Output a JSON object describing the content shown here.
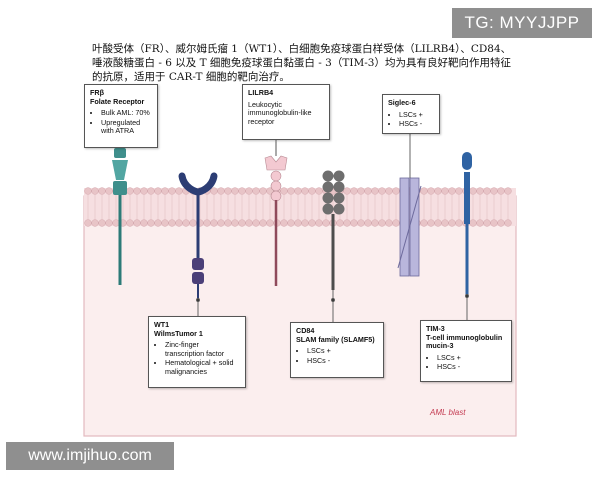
{
  "watermark_top": "TG: MYYJJPP",
  "watermark_bottom": "www.imjihuo.com",
  "caption": "叶酸受体（FR）、威尔姆氏瘤 1（WT1）、白细胞免疫球蛋白样受体（LILRB4）、CD84、唾液酸糖蛋白 - 6 以及 T 细胞免疫球蛋白黏蛋白 - 3（TIM-3）均为具有良好靶向作用特征的抗原，适用于 CAR-T 细胞的靶向治疗。",
  "cell_label": "AML blast",
  "colors": {
    "membrane": "#e8c4c7",
    "cytoplasm": "#fbeeee",
    "teal": "#3f8f8c",
    "navy": "#2c3d74",
    "purple": "#4b3f78",
    "pink": "#f3c9d1",
    "gray": "#6e6e6e",
    "lavender": "#b9b6dc",
    "blue": "#2f63a3"
  },
  "boxes": {
    "fr": {
      "title1": "FRβ",
      "title2": "Folate Receptor",
      "items": [
        "Bulk AML: 70%",
        "Upregulated with ATRA"
      ]
    },
    "lilrb4": {
      "title": "LILRB4",
      "text": "Leukocytic immunoglobulin-like receptor"
    },
    "siglec": {
      "title": "Siglec-6",
      "items": [
        "LSCs +",
        "HSCs -"
      ]
    },
    "wt1": {
      "title1": "WT1",
      "title2": "WilmsTumor 1",
      "items": [
        "Zinc-finger transcription factor",
        "Hematological + solid malignancies"
      ]
    },
    "cd84": {
      "title1": "CD84",
      "title2": "SLAM family (SLAMF5)",
      "items": [
        "LSCs +",
        "HSCs -"
      ]
    },
    "tim3": {
      "title1": "TIM-3",
      "title2": "T-cell immunoglobulin mucin-3",
      "items": [
        "LSCs +",
        "HSCs -"
      ]
    }
  }
}
